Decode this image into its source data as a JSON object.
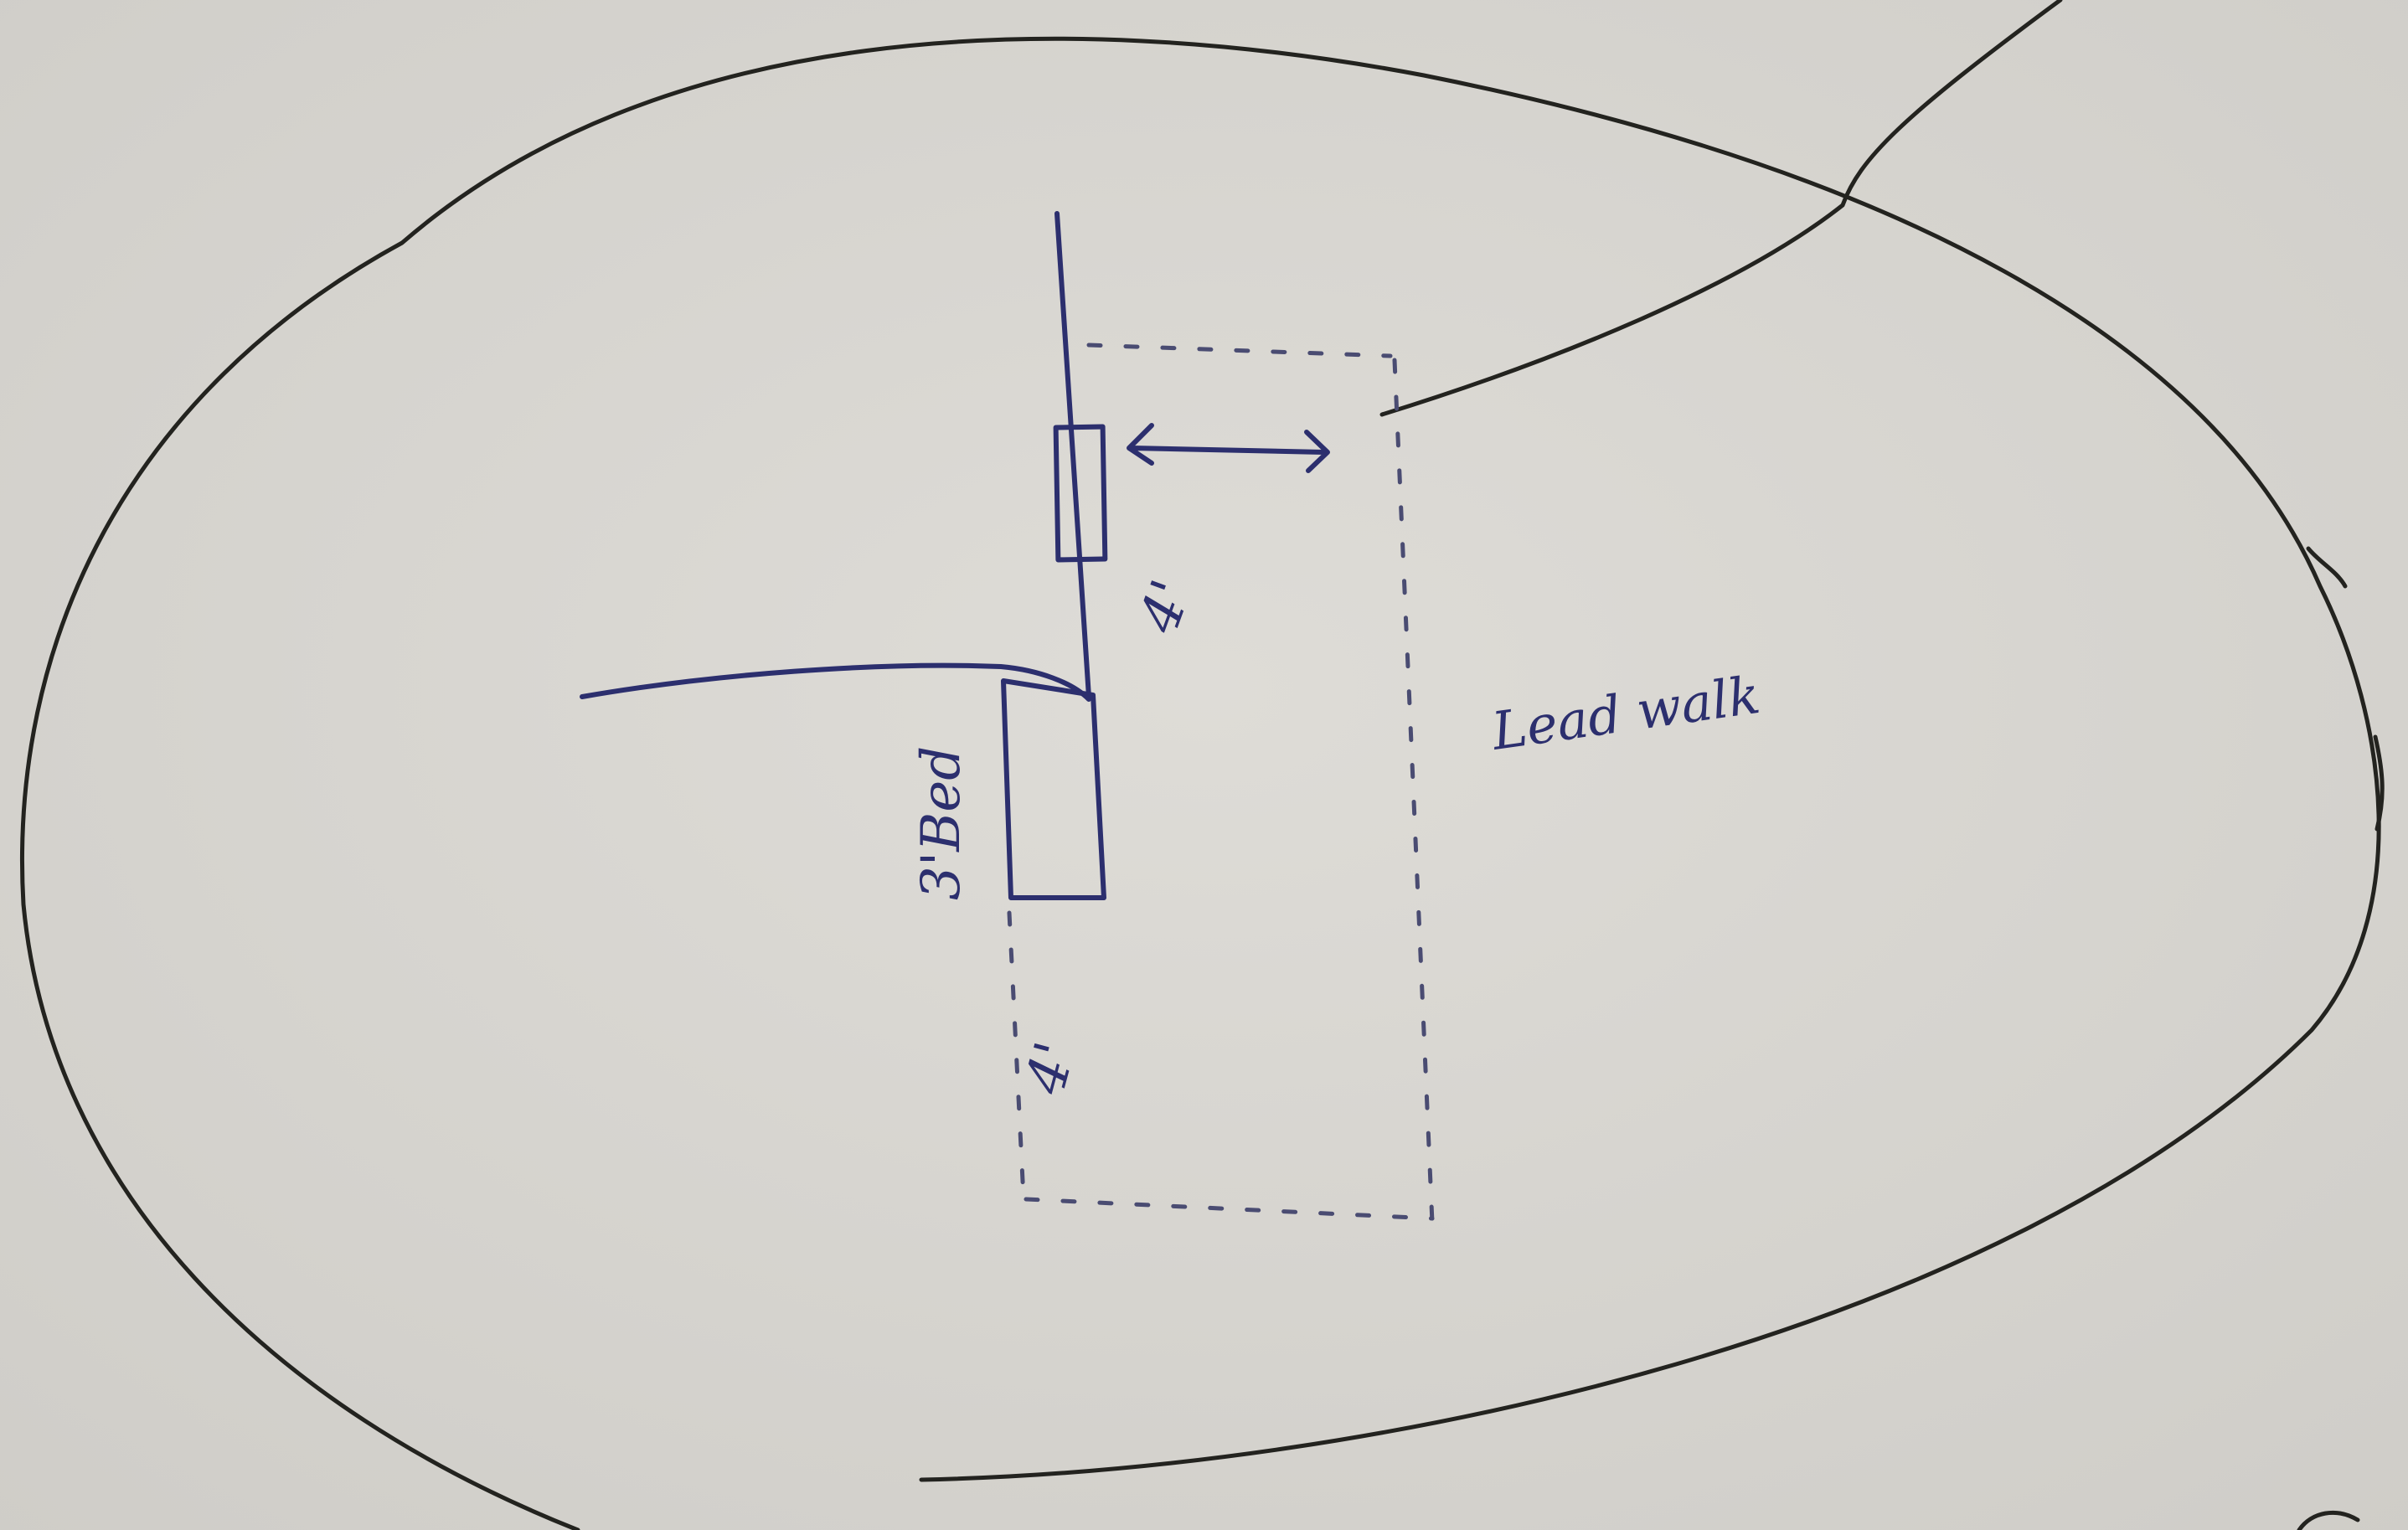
{
  "diagram": {
    "labels": {
      "bed": "3'Bed",
      "clearance_top": "4'",
      "clearance_bottom": "4'",
      "walk_area": "Lead walk"
    },
    "colors": {
      "paper": "#d9d7d2",
      "pencil_ink": "#23231f",
      "pen_ink": "#2c2f6e",
      "dash_ink": "#4a4c72"
    }
  }
}
